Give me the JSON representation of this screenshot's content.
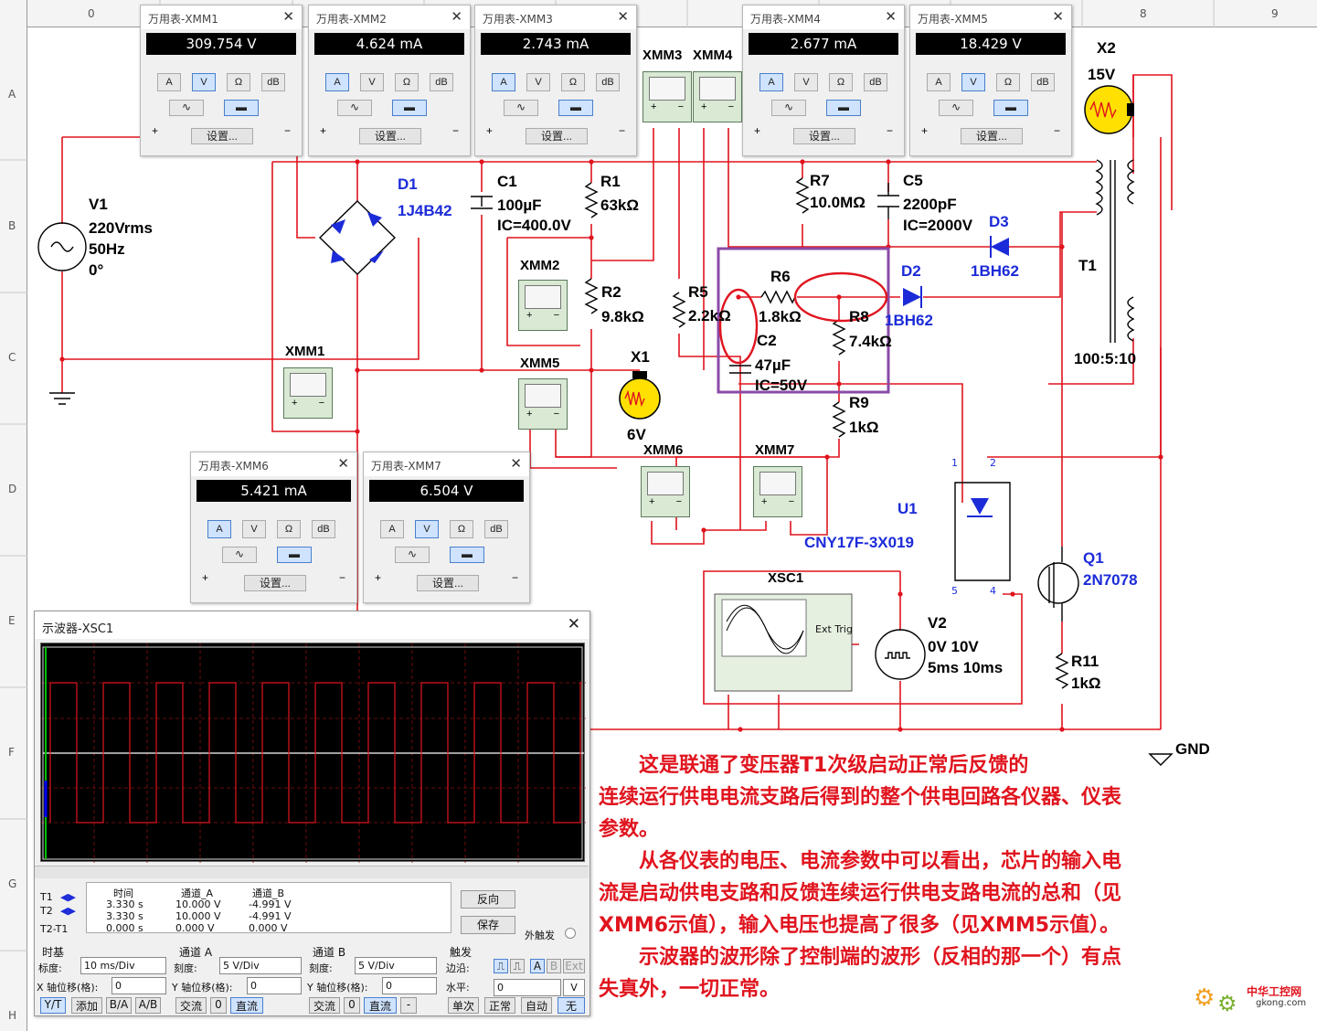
{
  "ruler": {
    "columns": [
      "0",
      "8",
      "9"
    ],
    "rows": [
      "A",
      "B",
      "C",
      "D",
      "E",
      "F",
      "G",
      "H"
    ]
  },
  "multimeters": [
    {
      "id": "xmm1",
      "title": "万用表-XMM1",
      "value": "309.754 V",
      "mode": "V",
      "wave": "dc"
    },
    {
      "id": "xmm2",
      "title": "万用表-XMM2",
      "value": "4.624 mA",
      "mode": "A",
      "wave": "dc"
    },
    {
      "id": "xmm3",
      "title": "万用表-XMM3",
      "value": "2.743 mA",
      "mode": "A",
      "wave": "dc"
    },
    {
      "id": "xmm4",
      "title": "万用表-XMM4",
      "value": "2.677 mA",
      "mode": "A",
      "wave": "dc"
    },
    {
      "id": "xmm5",
      "title": "万用表-XMM5",
      "value": "18.429 V",
      "mode": "V",
      "wave": "dc"
    },
    {
      "id": "xmm6",
      "title": "万用表-XMM6",
      "value": "5.421 mA",
      "mode": "A",
      "wave": "dc"
    },
    {
      "id": "xmm7",
      "title": "万用表-XMM7",
      "value": "6.504 V",
      "mode": "V",
      "wave": "dc"
    }
  ],
  "meter_common": {
    "btn_a": "A",
    "btn_v": "V",
    "btn_ohm": "Ω",
    "btn_db": "dB",
    "settings": "设置...",
    "plus": "+",
    "minus": "−",
    "close": "✕"
  },
  "components": {
    "v1": {
      "name": "V1",
      "l1": "220Vrms",
      "l2": "50Hz",
      "l3": "0°"
    },
    "d1": {
      "name": "D1",
      "part": "1J4B42"
    },
    "c1": {
      "name": "C1",
      "l1": "100µF",
      "l2": "IC=400.0V"
    },
    "r1": {
      "name": "R1",
      "value": "63kΩ"
    },
    "r2": {
      "name": "R2",
      "value": "9.8kΩ"
    },
    "r5": {
      "name": "R5",
      "value": "2.2kΩ"
    },
    "r6": {
      "name": "R6",
      "value": "1.8kΩ"
    },
    "r7": {
      "name": "R7",
      "value": "10.0MΩ"
    },
    "r8": {
      "name": "R8",
      "value": "7.4kΩ"
    },
    "r9": {
      "name": "R9",
      "value": "1kΩ"
    },
    "r11": {
      "name": "R11",
      "value": "1kΩ"
    },
    "c2": {
      "name": "C2",
      "l1": "47µF",
      "l2": "IC=50V"
    },
    "c5": {
      "name": "C5",
      "l1": "2200pF",
      "l2": "IC=2000V"
    },
    "d2": {
      "name": "D2",
      "part": "1BH62"
    },
    "d3": {
      "name": "D3",
      "part": "1BH62"
    },
    "x1": {
      "name": "X1",
      "value": "6V"
    },
    "x2": {
      "name": "X2",
      "value": "15V"
    },
    "t1": {
      "name": "T1",
      "ratio": "100:5:10"
    },
    "u1": {
      "name": "U1",
      "part": "CNY17F-3X019"
    },
    "q1": {
      "name": "Q1",
      "part": "2N7078"
    },
    "v2": {
      "name": "V2",
      "l1": "0V 10V",
      "l2": "5ms 10ms"
    },
    "xsc1": {
      "name": "XSC1",
      "ext": "Ext Trig"
    },
    "gnd": "GND",
    "meter_labels": [
      "XMM1",
      "XMM2",
      "XMM3",
      "XMM4",
      "XMM5",
      "XMM6",
      "XMM7"
    ],
    "u1_pins": [
      "1",
      "2",
      "5",
      "4"
    ]
  },
  "oscilloscope": {
    "title": "示波器-XSC1",
    "headers": [
      "时间",
      "通道_A",
      "通道_B"
    ],
    "rows": [
      {
        "label": "T1",
        "time": "3.330 s",
        "a": "10.000 V",
        "b": "-4.991 V"
      },
      {
        "label": "T2",
        "time": "3.330 s",
        "a": "10.000 V",
        "b": "-4.991 V"
      },
      {
        "label": "T2-T1",
        "time": "0.000 s",
        "a": "0.000 V",
        "b": "0.000 V"
      }
    ],
    "reverse": "反向",
    "save": "保存",
    "ext_trigger": "外触发",
    "timebase": {
      "title": "时基",
      "scale_label": "标度:",
      "scale": "10 ms/Div",
      "xpos_label": "X 轴位移(格):",
      "xpos": "0",
      "modes": [
        "Y/T",
        "添加",
        "B/A",
        "A/B"
      ]
    },
    "channel_a": {
      "title": "通道 A",
      "scale_label": "刻度:",
      "scale": "5 V/Div",
      "ypos_label": "Y 轴位移(格):",
      "ypos": "0",
      "coupling": [
        "交流",
        "0",
        "直流"
      ]
    },
    "channel_b": {
      "title": "通道 B",
      "scale_label": "刻度:",
      "scale": "5 V/Div",
      "ypos_label": "Y 轴位移(格):",
      "ypos": "0",
      "coupling": [
        "交流",
        "0",
        "直流",
        "-"
      ]
    },
    "trigger": {
      "title": "触发",
      "edge_label": "边沿:",
      "edge_btns": [
        "A",
        "B",
        "Ext"
      ],
      "level_label": "水平:",
      "level": "0",
      "level_unit": "V",
      "modes": [
        "单次",
        "正常",
        "自动",
        "无"
      ]
    }
  },
  "annotation": [
    "这是联通了变压器T1次级启动正常后反馈的",
    "连续运行供电电流支路后得到的整个供电回路各仪器、仪表",
    "参数。",
    "从各仪表的电压、电流参数中可以看出，芯片的输入电",
    "流是启动供电支路和反馈连续运行供电支路电流的总和（见",
    "XMM6示值），输入电压也提高了很多（见XMM5示值）。",
    "示波器的波形除了控制端的波形（反相的那一个）有点",
    "失真外，一切正常。"
  ],
  "watermark": {
    "l1": "中华工控网",
    "l2": "gkong.com"
  },
  "colors": {
    "wire": "#e0141e",
    "label_blue": "#1c2bd8",
    "annot": "#e0141e",
    "purple_box": "#8a4aa8",
    "osc_bg": "#000000",
    "trace_a": "#ffffff",
    "trace_b": "#e0141e"
  }
}
